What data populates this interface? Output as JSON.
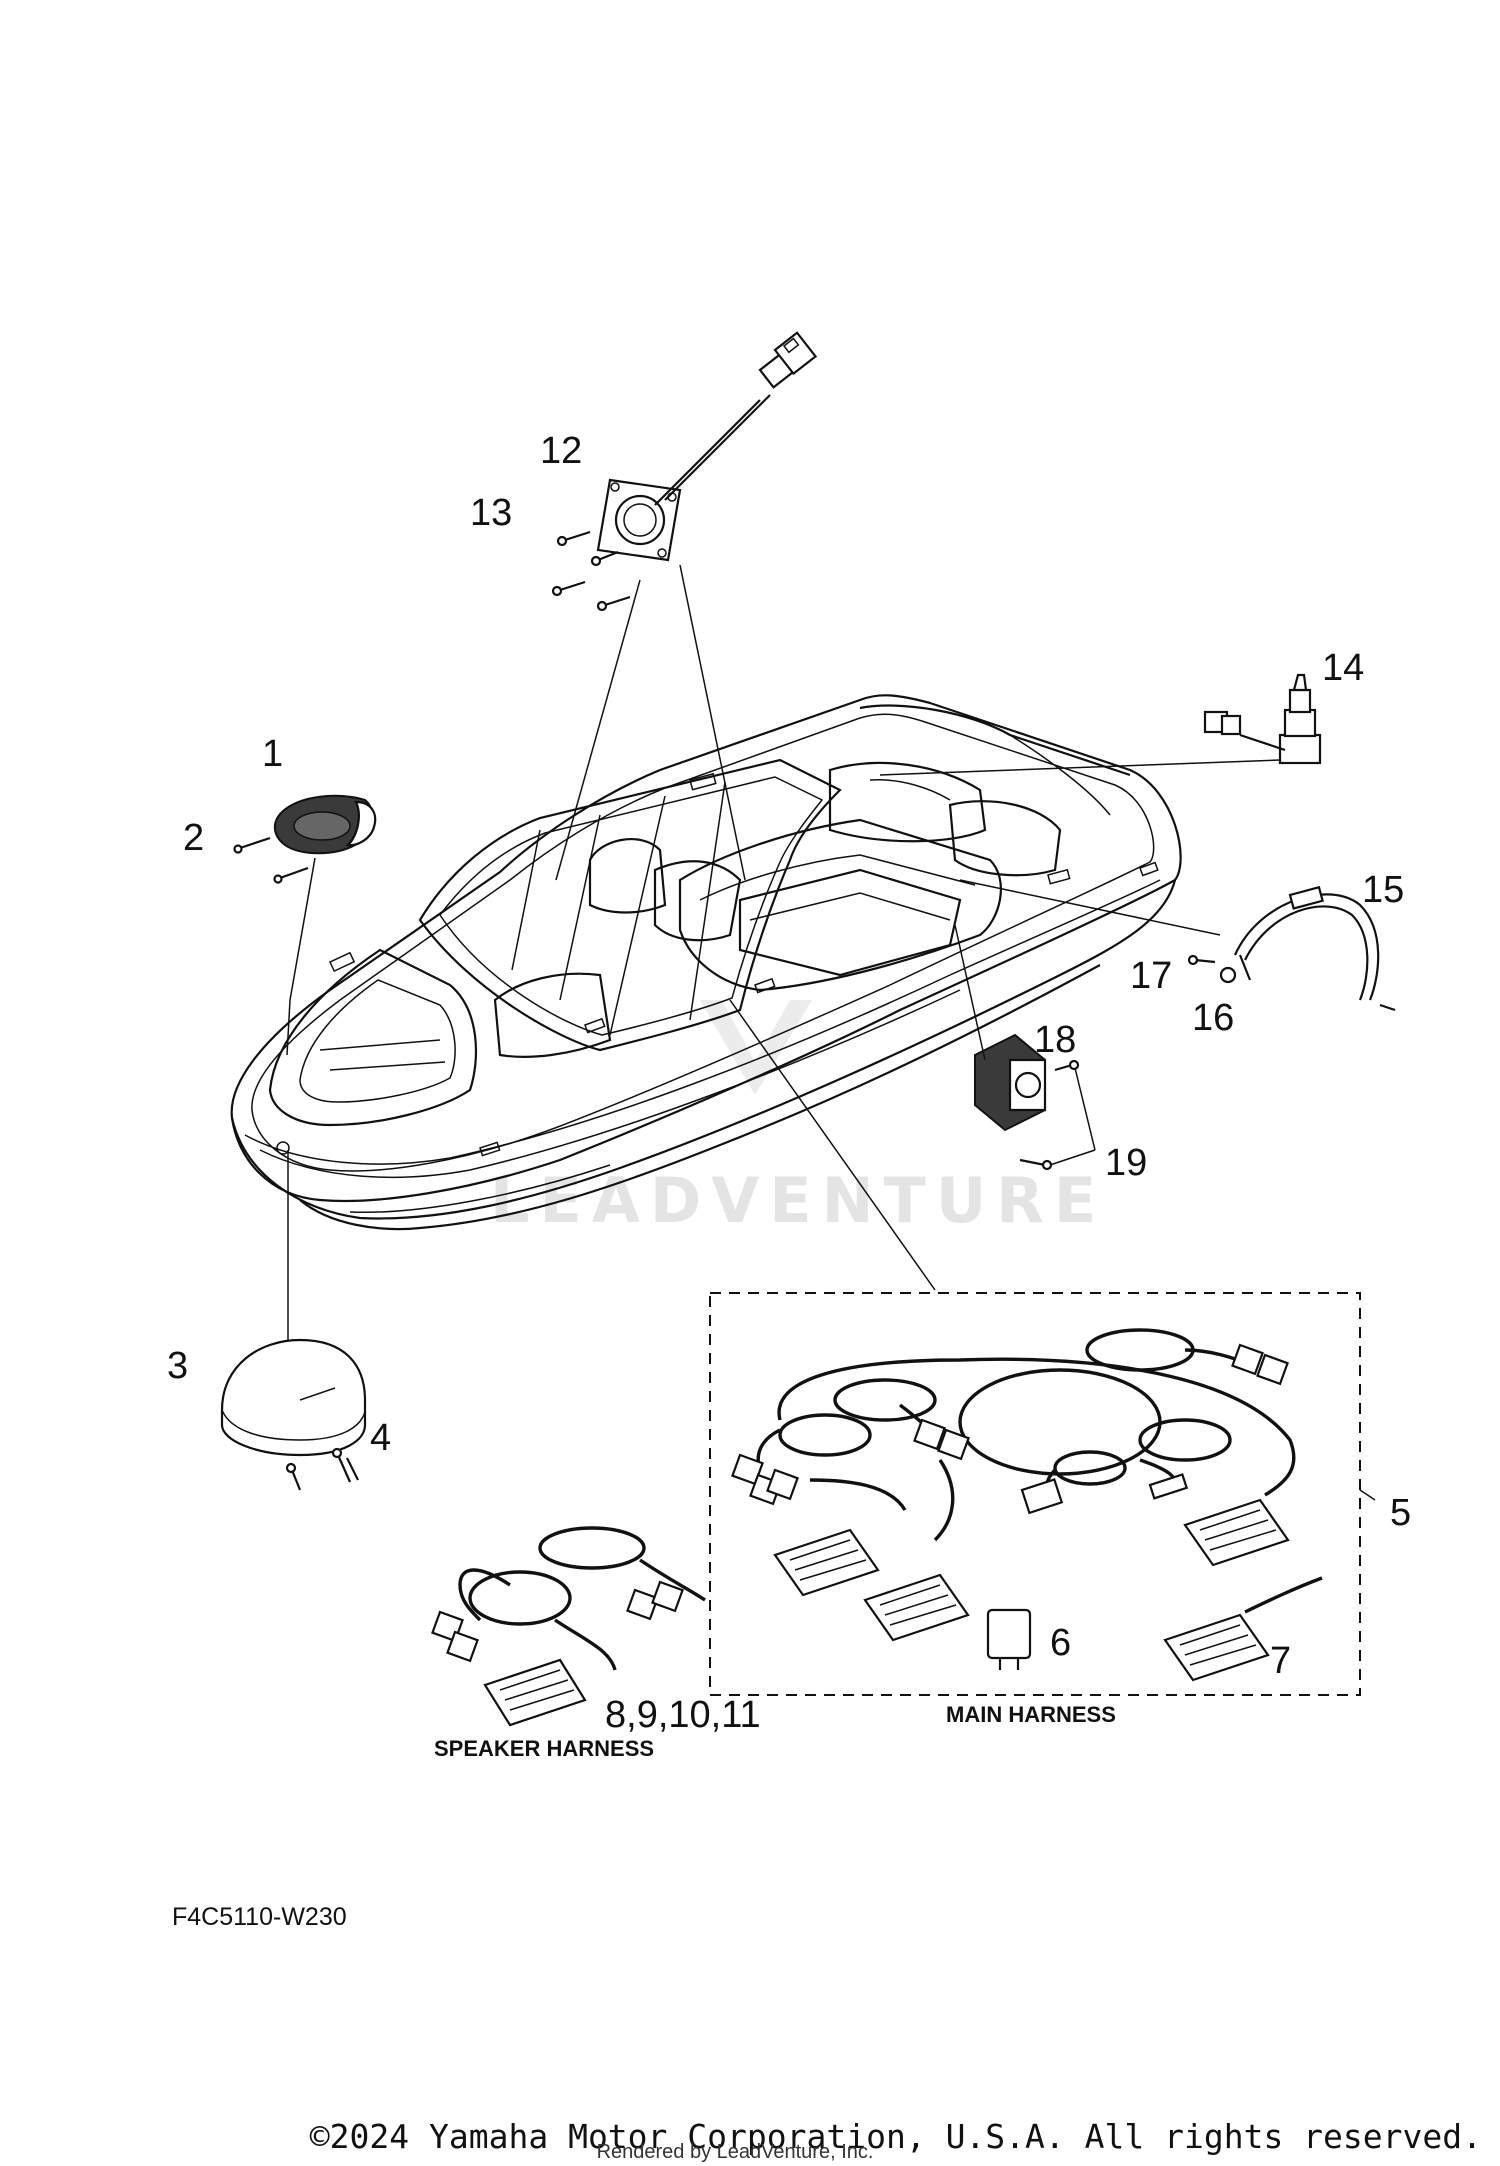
{
  "callouts": {
    "c1": "1",
    "c2": "2",
    "c3": "3",
    "c4": "4",
    "c5": "5",
    "c6": "6",
    "c7": "7",
    "c8_11": "8,9,10,11",
    "c12": "12",
    "c13": "13",
    "c14": "14",
    "c15": "15",
    "c16": "16",
    "c17": "17",
    "c18": "18",
    "c19": "19"
  },
  "labels": {
    "speaker_harness": "SPEAKER HARNESS",
    "main_harness": "MAIN HARNESS",
    "diagram_code": "F4C5110-W230"
  },
  "watermark": "LEADVENTURE",
  "footer": {
    "copyright": "©2024 Yamaha Motor Corporation, U.S.A. All rights reserved.",
    "rendered_by": "Rendered by LeadVenture, Inc."
  },
  "colors": {
    "ink": "#111111",
    "background": "#ffffff",
    "watermark": "#e4e4e4"
  }
}
